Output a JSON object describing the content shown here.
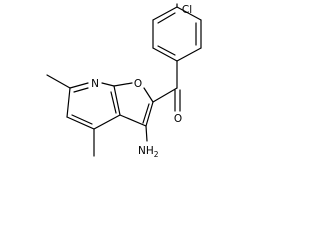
{
  "molecule": {
    "atom_labels": {
      "nitrogen": "N",
      "oxygen_ring": "O",
      "oxygen_carbonyl": "O",
      "chlorine": "Cl",
      "amine": "NH",
      "amine_subscript": "2"
    }
  },
  "colors": {
    "bond": "#000000",
    "label": "#000000",
    "background": "#ffffff"
  }
}
